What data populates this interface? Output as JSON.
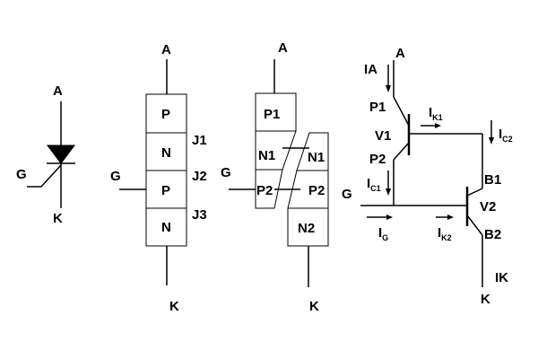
{
  "diagram": {
    "symbol": {
      "anode": "A",
      "gate": "G",
      "cathode": "K"
    },
    "four_layer": {
      "anode": "A",
      "gate": "G",
      "cathode": "K",
      "layers": [
        "P",
        "N",
        "P",
        "N"
      ],
      "junctions": [
        "J1",
        "J2",
        "J3"
      ]
    },
    "split_model": {
      "anode": "A",
      "gate": "G",
      "cathode": "K",
      "upper": [
        "P1",
        "N1",
        "P2"
      ],
      "lower": [
        "N1",
        "P2",
        "N2"
      ]
    },
    "two_transistor": {
      "anode": "A",
      "gate": "G",
      "cathode": "K",
      "anode_current": "IA",
      "cathode_current": "IK",
      "p1": "P1",
      "p2": "P2",
      "b1": "B1",
      "b2": "B2",
      "v1": "V1",
      "v2": "V2",
      "currents": {
        "ik1": {
          "main": "I",
          "sub": "K1"
        },
        "ic2": {
          "main": "I",
          "sub": "C2"
        },
        "ic1": {
          "main": "I",
          "sub": "C1"
        },
        "ig": {
          "main": "I",
          "sub": "G"
        },
        "ik2": {
          "main": "I",
          "sub": "K2"
        }
      }
    }
  }
}
